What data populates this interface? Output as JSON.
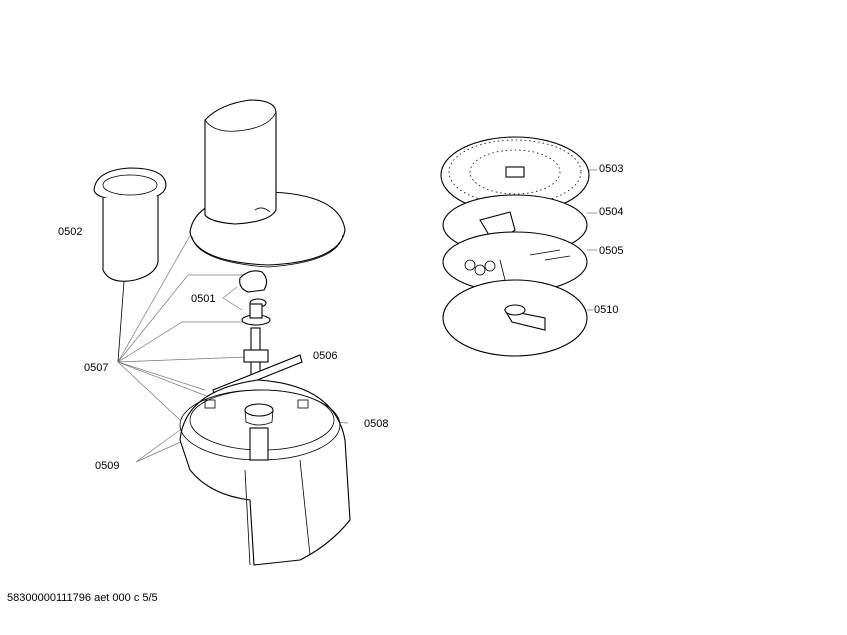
{
  "parts": {
    "p0501": "0501",
    "p0502": "0502",
    "p0503": "0503",
    "p0504": "0504",
    "p0505": "0505",
    "p0506": "0506",
    "p0507": "0507",
    "p0508": "0508",
    "p0509": "0509",
    "p0510": "0510"
  },
  "footer": "58300000111796 aet 000 c 5/5"
}
